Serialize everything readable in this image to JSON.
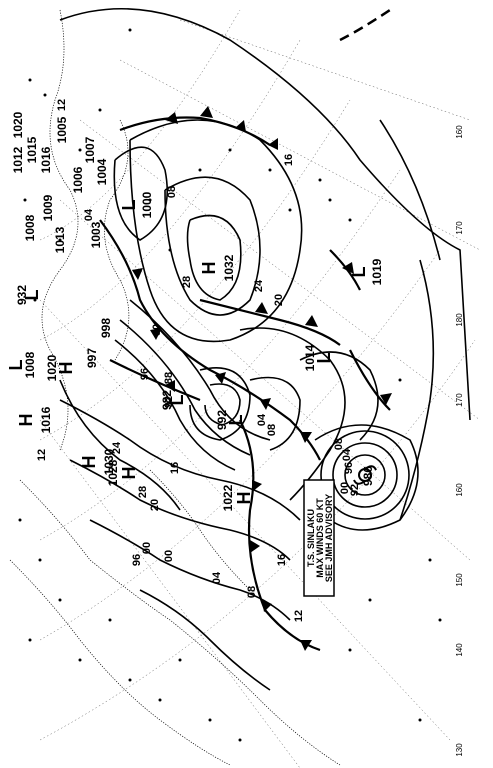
{
  "highs": [
    {
      "letter": "H",
      "value": "1032"
    },
    {
      "letter": "H",
      "value": "1030"
    },
    {
      "letter": "H",
      "value": "1028"
    },
    {
      "letter": "H",
      "value": "1022"
    },
    {
      "letter": "H",
      "value": "1016"
    },
    {
      "letter": "H",
      "value": "1020"
    }
  ],
  "lows": [
    {
      "letter": "L",
      "value": "1000"
    },
    {
      "letter": "L",
      "value": "1019"
    },
    {
      "letter": "L",
      "value": "1014"
    },
    {
      "letter": "L",
      "value": "992"
    },
    {
      "letter": "L",
      "value": "982"
    },
    {
      "letter": "L",
      "value": "932"
    },
    {
      "letter": "L",
      "value": "1008"
    }
  ],
  "isobar_labels": [
    "04",
    "08",
    "12",
    "16",
    "20",
    "24",
    "28",
    "00",
    "96",
    "92",
    "88",
    "04",
    "08",
    "12",
    "16",
    "20",
    "24",
    "28",
    "08",
    "04",
    "00",
    "96",
    "12",
    "16",
    "00",
    "04",
    "08"
  ],
  "storm": {
    "value": "986",
    "inner_labels": [
      "96",
      "00",
      "92"
    ]
  },
  "top_cluster_values": [
    "1012",
    "1020",
    "1015",
    "1016",
    "1005",
    "1008",
    "1009",
    "1006",
    "1007",
    "1003",
    "1004",
    "997",
    "998",
    "1013"
  ],
  "advisory": {
    "line1": "T.S. SINLAKU",
    "line2": "MAX WINDS 60 KT",
    "line3": "SEE JMH ADVISORY"
  },
  "longitude_labels": [
    "170",
    "160",
    "150",
    "140",
    "130",
    "180",
    "170",
    "160"
  ]
}
